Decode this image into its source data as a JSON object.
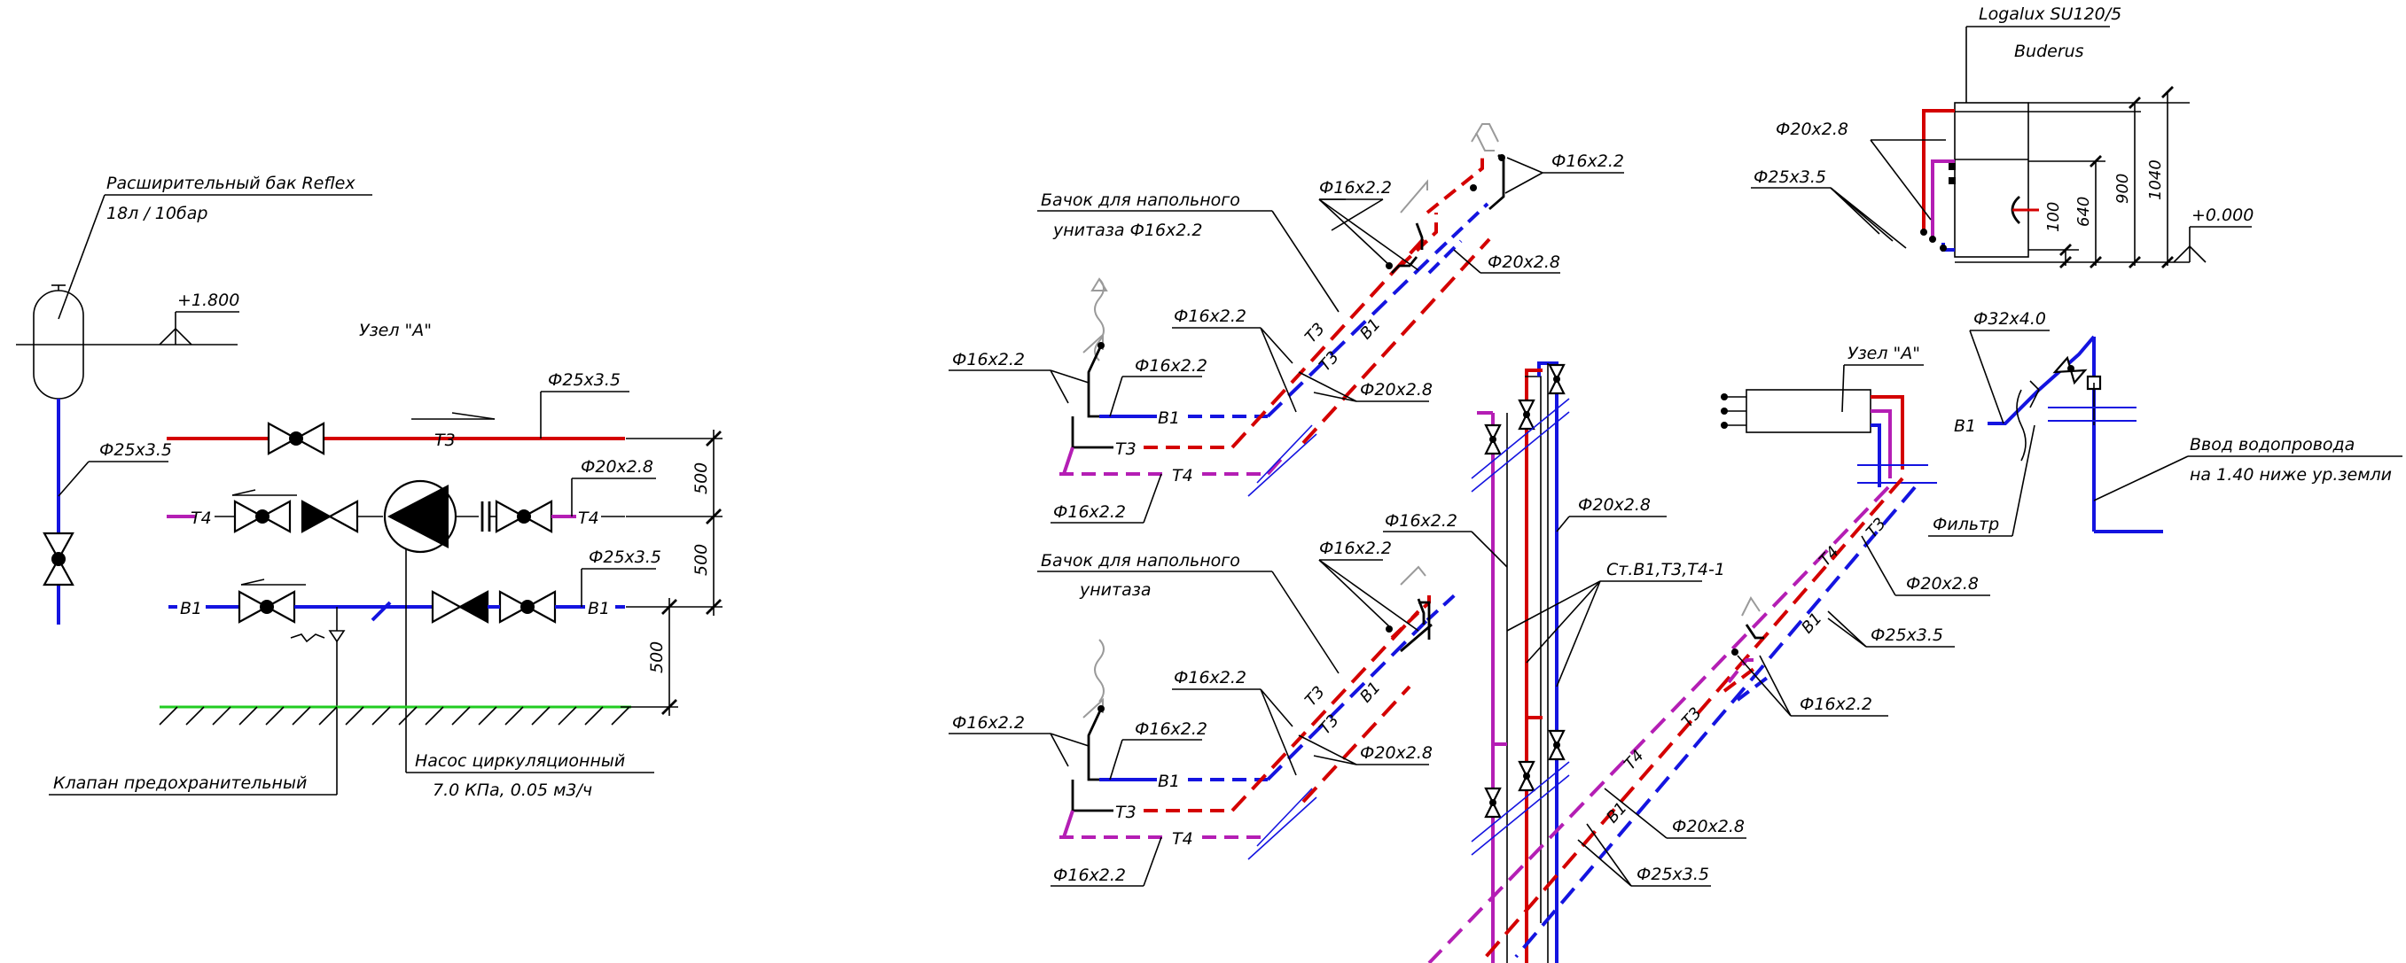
{
  "colors": {
    "supply_T3": "#d40000",
    "return_T4": "#b41eb4",
    "cold_B1": "#1414e0",
    "ground": "#22cc22",
    "fixture": "#9a9a9a"
  },
  "left_scheme": {
    "tank_label_1": "Расширительный бак Reflex",
    "tank_label_2": "18л / 10бар",
    "elevation_top": "+1.800",
    "node_title": "Узел \"А\"",
    "pipe_t3": "Ф25х3.5",
    "pipe_t4": "Ф20х2.8",
    "pipe_b1": "Ф25х3.5",
    "pipe_vertical": "Ф25х3.5",
    "tag_t3": "Т3",
    "tag_t4_left": "Т4",
    "tag_t4_right": "Т4",
    "tag_b1_left": "В1",
    "tag_b1_right": "В1",
    "dim_1": "500",
    "dim_2": "500",
    "dim_3": "500",
    "relief_valve_label": "Клапан предохранительный",
    "pump_label_1": "Насос циркуляционный",
    "pump_label_2": "7.0 КПа, 0.05 м3/ч"
  },
  "boiler": {
    "model": "Logalux SU120/5",
    "maker": "Buderus",
    "pipe_upper": "Ф20х2.8",
    "pipe_lower": "Ф25х3.5",
    "dim_100": "100",
    "dim_640": "640",
    "dim_900": "900",
    "dim_1040": "1040",
    "elevation": "+0.000"
  },
  "upper_block": {
    "cistern_label_1": "Бачок для напольного",
    "cistern_label_2": "унитаза Ф16х2.2",
    "d16_a": "Ф16х2.2",
    "d16_b": "Ф16х2.2",
    "d16_c": "Ф16х2.2",
    "d16_d": "Ф16х2.2",
    "d16_e": "Ф16х2.2",
    "d16_f": "Ф16х2.2",
    "d20_a": "Ф20х2.8",
    "d20_b": "Ф20х2.8",
    "tag_b1": "В1",
    "tag_t3": "Т3",
    "tag_t4": "Т4",
    "tag_t3_diag": "Т3",
    "tag_b1_diag": "В1",
    "tag_t3_diag2": "Т3"
  },
  "lower_block": {
    "cistern_label_1": "Бачок для напольного",
    "cistern_label_2": "унитаза",
    "d16_a": "Ф16х2.2",
    "d16_b": "Ф16х2.2",
    "d16_c": "Ф16х2.2",
    "d16_d": "Ф16х2.2",
    "d16_e": "Ф16х2.2",
    "d20_a": "Ф20х2.8",
    "tag_b1": "В1",
    "tag_t3": "Т3",
    "tag_t4": "Т4",
    "tag_t3_diag": "Т3",
    "tag_b1_diag": "В1",
    "tag_t3_diag2": "Т3"
  },
  "risers": {
    "d16": "Ф16х2.2",
    "d20": "Ф20х2.8",
    "label": "Ст.В1,Т3,Т4-1"
  },
  "inlet": {
    "node_title": "Узел \"А\"",
    "pipe_d32": "Ф32х4.0",
    "tag_b1": "В1",
    "filter_label": "Фильтр",
    "inlet_label_1": "Ввод водопровода",
    "inlet_label_2": "на 1.40 ниже ур.земли",
    "diag_d20": "Ф20х2.8",
    "diag_d25": "Ф25х3.5",
    "diag_d16": "Ф16х2.2",
    "tag_t4": "Т4",
    "tag_t3": "Т3",
    "tag_b1_diag": "В1",
    "tag_t4_low": "Т4",
    "tag_t3_low": "Т3",
    "tag_b1_low": "В1",
    "low_d20": "Ф20х2.8",
    "low_d25": "Ф25х3.5"
  }
}
